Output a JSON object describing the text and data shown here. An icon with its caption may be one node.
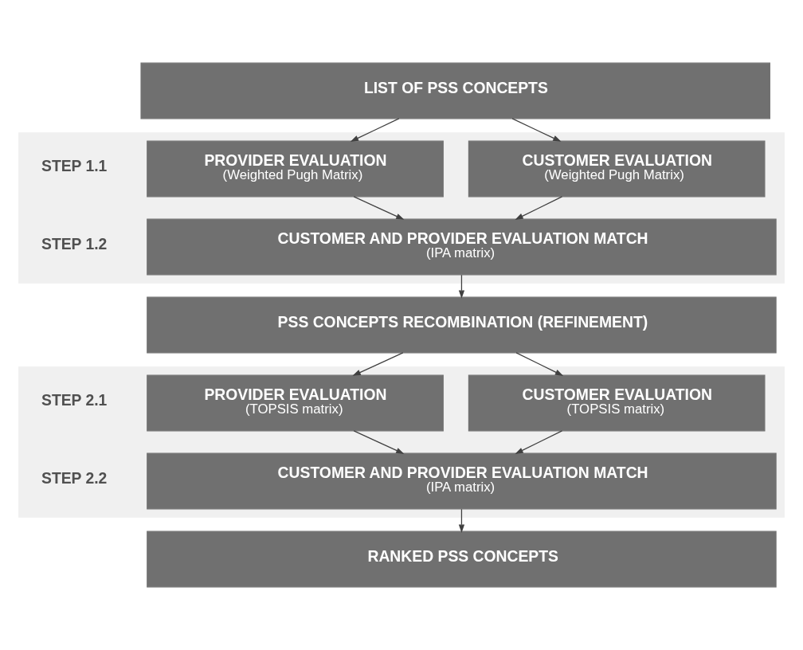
{
  "diagram": {
    "nodes": [
      {
        "text": [
          "LIST OF PSS CONCEPTS"
        ]
      },
      {
        "text": [],
        "shape": "box"
      },
      {
        "text": [
          "CUSTOMER EVALUATION",
          "(Weighted Pugh Matrix)"
        ],
        "in": 1
      },
      {
        "text": [
          "PROVIDER EVALUATION",
          "(Weighted Pugh Matrix)"
        ],
        "in": 1
      },
      {
        "text": [
          "CUSTOMER AND PROVIDER EVALUATION MATCH",
          "(IPA matrix)"
        ],
        "in": 1
      },
      {
        "text": [
          "PSS CONCEPTS RECOMBINATION (REFINEMENT)"
        ]
      },
      {
        "text": [],
        "shape": "box"
      },
      {
        "text": [
          "CUSTOMER EVALUATION",
          "(TOPSIS matrix)"
        ],
        "in": 6
      },
      {
        "text": [
          "PROVIDER EVALUATION",
          "(TOPSIS matrix)"
        ],
        "in": 6
      },
      {
        "text": [
          "CUSTOMER AND PROVIDER EVALUATION MATCH",
          "(IPA matrix)"
        ],
        "in": 6
      },
      {
        "text": [
          "RANKED PSS CONCEPTS"
        ]
      }
    ],
    "edges": [
      {
        "from": 0,
        "to": 2,
        "arrow": "to"
      },
      {
        "from": 0,
        "to": 3,
        "arrow": "to"
      },
      {
        "from": 2,
        "to": 4,
        "arrow": "to"
      },
      {
        "from": 3,
        "to": 4,
        "arrow": "to"
      },
      {
        "from": 4,
        "to": 5,
        "arrow": "to"
      },
      {
        "from": 5,
        "to": 7,
        "arrow": "to"
      },
      {
        "from": 5,
        "to": 8,
        "arrow": "to"
      },
      {
        "from": 7,
        "to": 9,
        "arrow": "to"
      },
      {
        "from": 8,
        "to": 9,
        "arrow": "to"
      },
      {
        "from": 9,
        "to": 10,
        "arrow": "to"
      }
    ],
    "labels": [
      "STEP 1.1",
      "STEP 1.2",
      "STEP 2.1",
      "STEP 2.2"
    ]
  }
}
